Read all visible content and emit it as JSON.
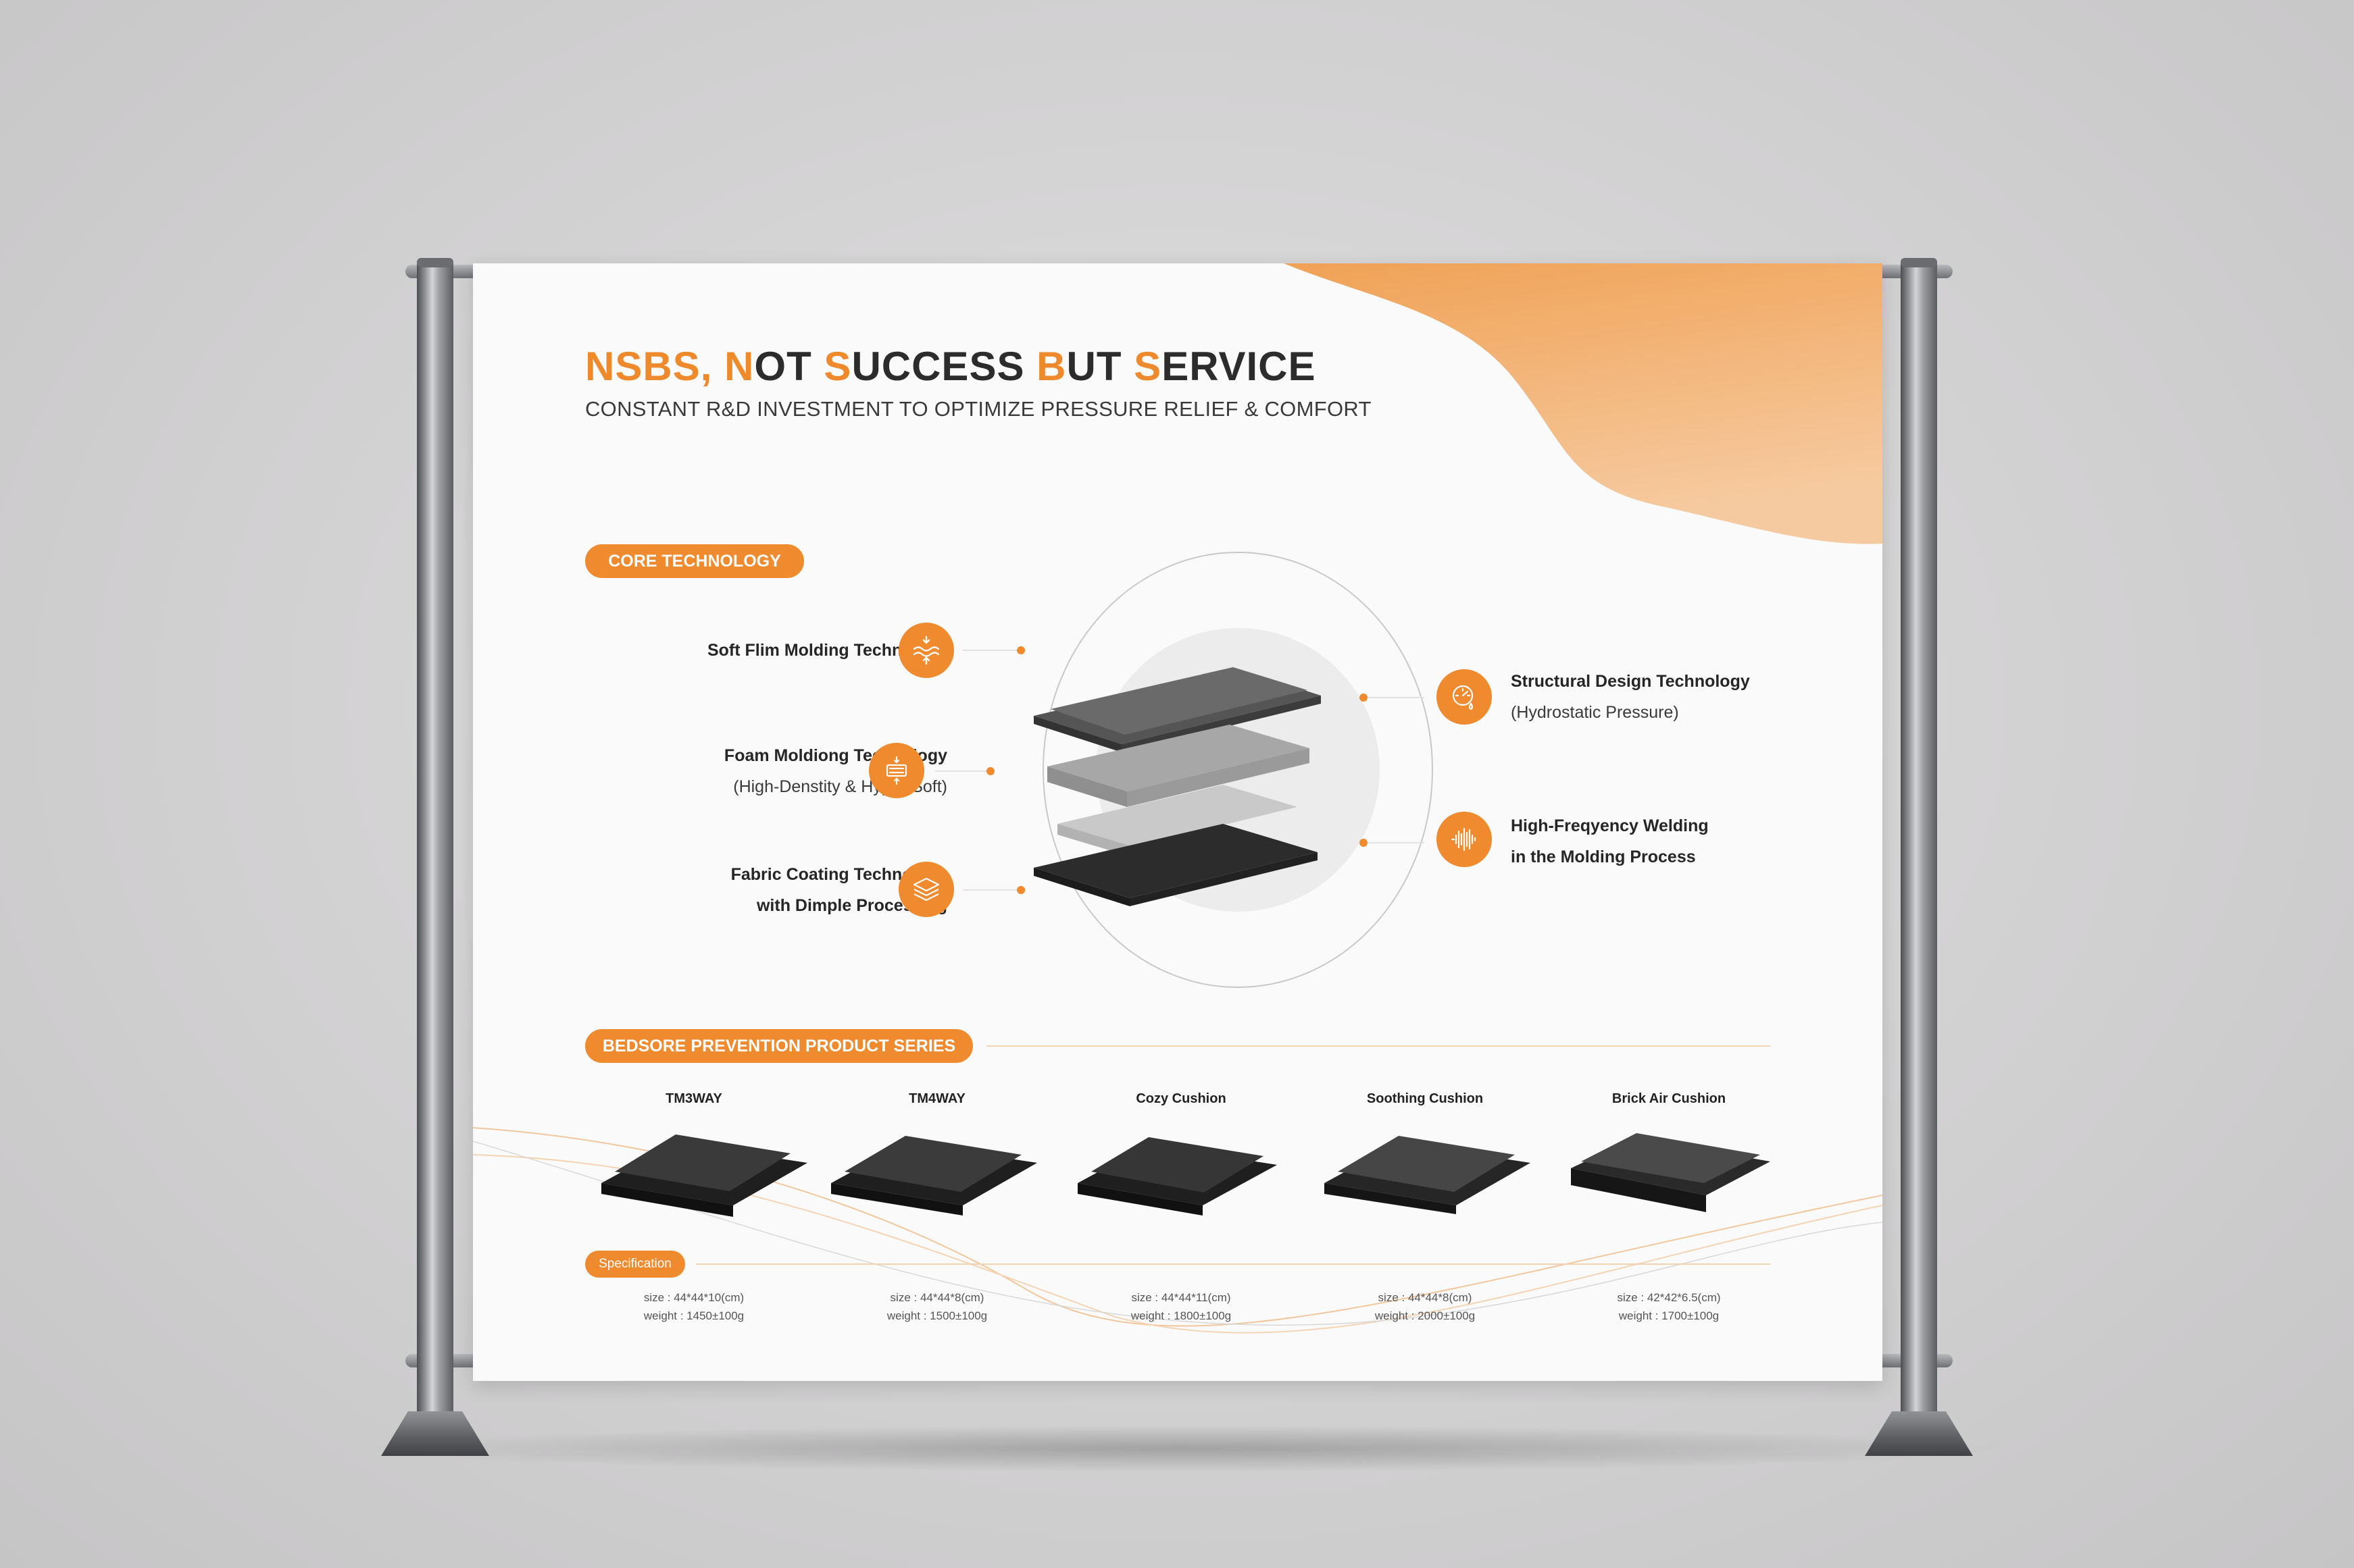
{
  "header": {
    "title_parts": [
      {
        "text": "N",
        "accent": true
      },
      {
        "text": "SBS, ",
        "accent": true
      },
      {
        "text": "N",
        "accent": true
      },
      {
        "text": "OT ",
        "accent": false
      },
      {
        "text": "S",
        "accent": true
      },
      {
        "text": "UCCESS ",
        "accent": false
      },
      {
        "text": "B",
        "accent": true
      },
      {
        "text": "UT ",
        "accent": false
      },
      {
        "text": "S",
        "accent": true
      },
      {
        "text": "ERVICE",
        "accent": false
      }
    ],
    "subtitle": "CONSTANT R&D INVESTMENT TO OPTIMIZE PRESSURE RELIEF & COMFORT"
  },
  "core": {
    "label": "CORE TECHNOLOGY",
    "left": [
      {
        "title": "Soft Flim Molding Technology",
        "sub": "",
        "icon": "wave-arrows-icon"
      },
      {
        "title": "Foam Moldiong Technology",
        "sub": "(High-Denstity & Hyper-Soft)",
        "icon": "foam-compress-icon"
      },
      {
        "title": "Fabric Coating Technology",
        "sub": "with Dimple Processing",
        "icon": "layers-icon"
      }
    ],
    "right": [
      {
        "title": "Structural Design Technology",
        "sub": "(Hydrostatic Pressure)",
        "icon": "pressure-gauge-icon"
      },
      {
        "title": "High-Freqyency Welding",
        "sub": "in the Molding Process",
        "icon": "sound-wave-icon"
      }
    ]
  },
  "series": {
    "label": "BEDSORE PREVENTION PRODUCT SERIES",
    "spec_label": "Specification",
    "products": [
      {
        "name": "TM3WAY",
        "size": "size : 44*44*10(cm)",
        "weight": "weight : 1450±100g"
      },
      {
        "name": "TM4WAY",
        "size": "size : 44*44*8(cm)",
        "weight": "weight : 1500±100g"
      },
      {
        "name": "Cozy Cushion",
        "size": "size : 44*44*11(cm)",
        "weight": "weight : 1800±100g"
      },
      {
        "name": "Soothing Cushion",
        "size": "size : 44*44*8(cm)",
        "weight": "weight : 2000±100g"
      },
      {
        "name": "Brick Air Cushion",
        "size": "size : 42*42*6.5(cm)",
        "weight": "weight : 1700±100g"
      }
    ]
  },
  "colors": {
    "accent": "#ef8a2e",
    "text": "#262626",
    "banner": "#fafafa"
  }
}
